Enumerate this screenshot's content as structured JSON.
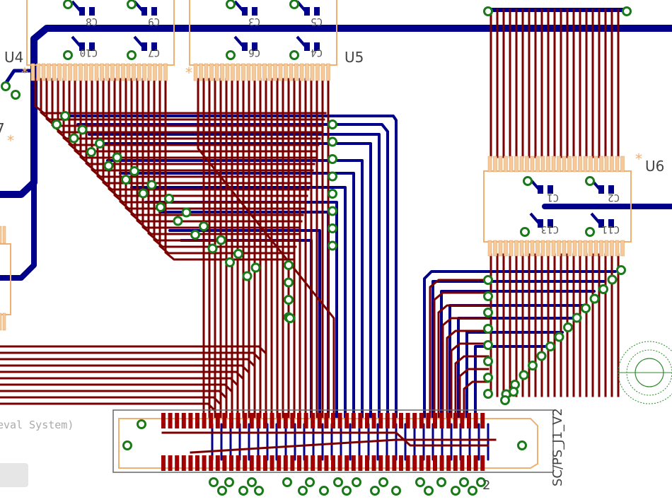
{
  "components": {
    "u4": "U4",
    "u5": "U5",
    "u6": "U6",
    "connector": "SC/PS_J1_V2",
    "partial_7": "7",
    "partial_2": "2",
    "eval_text": "eval System)"
  },
  "caps_u4": [
    "C8",
    "C9",
    "C10",
    "C7"
  ],
  "caps_u5": [
    "C3",
    "C5",
    "C6",
    "C4"
  ],
  "caps_u6": [
    "C1",
    "C2",
    "C13",
    "C11"
  ],
  "colors": {
    "bottom_trace": "#00008B",
    "top_trace": "#7A0000",
    "pad": "#A00000",
    "via": "#1A7A1A",
    "ic_pad": "#F5C99A",
    "ic_outline": "#F0B070",
    "silkscreen": "#555555"
  }
}
